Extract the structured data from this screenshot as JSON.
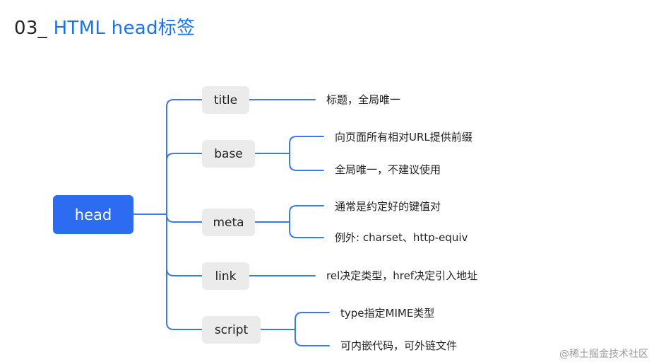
{
  "heading": {
    "num": "03_",
    "title": "HTML head标签"
  },
  "root": "head",
  "branches": [
    {
      "tag": "title",
      "items": [
        "标题，全局唯一"
      ]
    },
    {
      "tag": "base",
      "items": [
        "向页面所有相对URL提供前缀",
        "全局唯一，不建议使用"
      ]
    },
    {
      "tag": "meta",
      "items": [
        "通常是约定好的键值对",
        "例外: charset、http-equiv"
      ]
    },
    {
      "tag": "link",
      "items": [
        "rel决定类型，href决定引入地址"
      ]
    },
    {
      "tag": "script",
      "items": [
        "type指定MIME类型",
        "可内嵌代码，可外链文件"
      ]
    }
  ],
  "colors": {
    "line": "#3b7be8",
    "root_bg": "#2b6cf0",
    "tag_bg": "#ebebeb"
  },
  "footer": "@稀土掘金技术社区"
}
